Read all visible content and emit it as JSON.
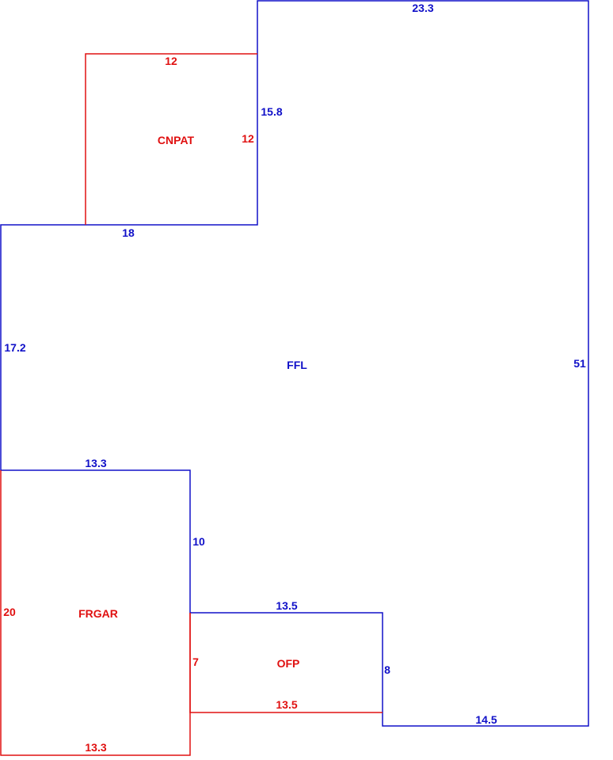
{
  "colors": {
    "living_area": "#1010c8",
    "addition": "#e01010"
  },
  "areas": {
    "ffl": {
      "name": "FFL",
      "dims": {
        "top": "23.3",
        "right": "51",
        "bottom": "14.5",
        "notch_right": "8",
        "notch_bottom": "13.5",
        "garage_right": "10",
        "garage_top": "13.3",
        "left": "17.2",
        "patio_bottom": "18",
        "patio_right": "15.8"
      }
    },
    "cnpat": {
      "name": "CNPAT",
      "dims": {
        "top": "12",
        "right": "12"
      }
    },
    "frgar": {
      "name": "FRGAR",
      "dims": {
        "left": "20",
        "bottom": "13.3"
      }
    },
    "ofp": {
      "name": "OFP",
      "dims": {
        "left": "7",
        "bottom": "13.5"
      }
    }
  }
}
